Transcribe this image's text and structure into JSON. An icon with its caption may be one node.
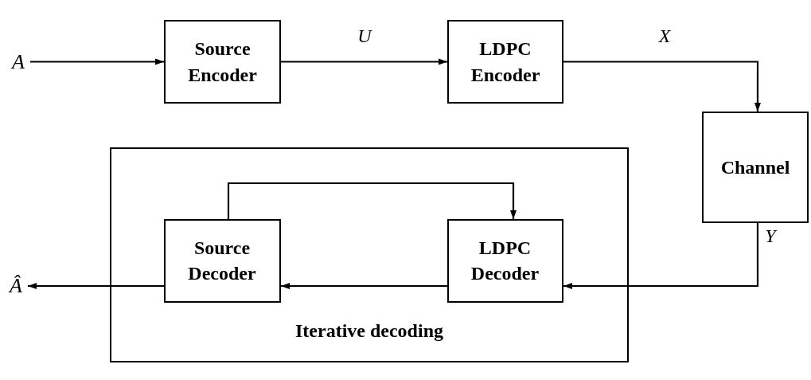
{
  "diagram": {
    "nodes": [
      {
        "text": [
          "A"
        ]
      },
      {
        "text": [
          "Source Encoder"
        ]
      },
      {
        "text": [
          "LDPC Encoder"
        ]
      },
      {
        "text": [
          "Channel"
        ]
      },
      {
        "text": [
          "Iterative decoding"
        ]
      },
      {
        "text": [
          "Source Decoder"
        ],
        "in": 4
      },
      {
        "text": [
          "LDPC Decoder"
        ],
        "in": 4
      },
      {
        "text": [
          "Â"
        ]
      }
    ],
    "edges": [
      {
        "from": 0,
        "to": 1,
        "arrow": "to"
      },
      {
        "from": 1,
        "to": 2,
        "arrow": "to",
        "label": "U"
      },
      {
        "from": 2,
        "to": 3,
        "arrow": "to",
        "label": "X"
      },
      {
        "from": 3,
        "to": 6,
        "arrow": "to",
        "label": "Y"
      },
      {
        "from": 6,
        "to": 5,
        "arrow": "to"
      },
      {
        "from": 5,
        "to": 6,
        "arrow": "to"
      },
      {
        "from": 5,
        "to": 7,
        "arrow": "to"
      }
    ]
  }
}
